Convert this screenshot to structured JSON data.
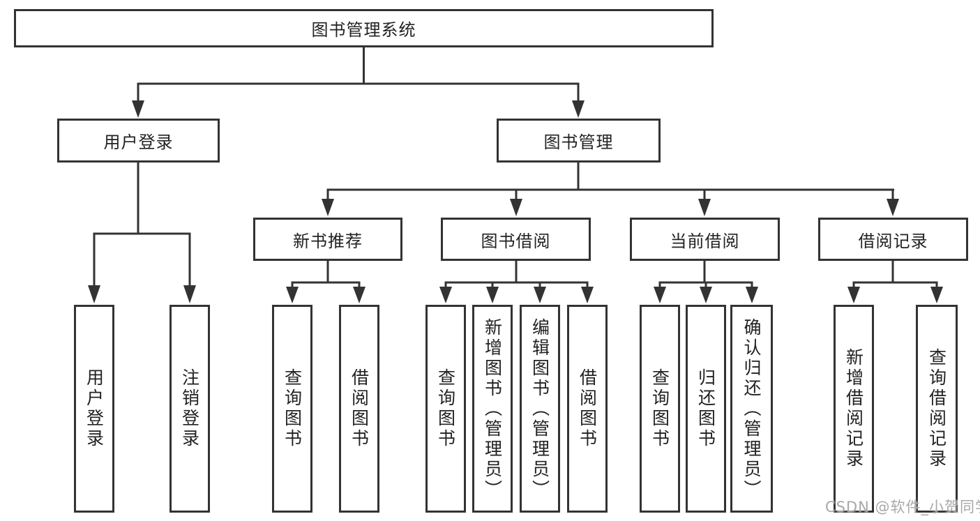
{
  "diagram": {
    "root": {
      "label": "图书管理系统",
      "children": [
        {
          "label": "用户登录",
          "children": [
            {
              "label": "用户登录"
            },
            {
              "label": "注销登录"
            }
          ]
        },
        {
          "label": "图书管理",
          "children": [
            {
              "label": "新书推荐",
              "children": [
                {
                  "label": "查询图书"
                },
                {
                  "label": "借阅图书"
                }
              ]
            },
            {
              "label": "图书借阅",
              "children": [
                {
                  "label": "查询图书"
                },
                {
                  "label": "新增图书（管理员）"
                },
                {
                  "label": "编辑图书（管理员）"
                },
                {
                  "label": "借阅图书"
                }
              ]
            },
            {
              "label": "当前借阅",
              "children": [
                {
                  "label": "查询图书"
                },
                {
                  "label": "归还图书"
                },
                {
                  "label": "确认归还（管理员）"
                }
              ]
            },
            {
              "label": "借阅记录",
              "children": [
                {
                  "label": "新增借阅记录"
                },
                {
                  "label": "查询借阅记录"
                }
              ]
            }
          ]
        }
      ]
    }
  },
  "watermark": "CSDN @软件_小贺同学",
  "colors": {
    "line": "#333333",
    "box_border": "#333333",
    "text": "#222222",
    "watermark": "#a8a8a8",
    "background": "#ffffff"
  }
}
